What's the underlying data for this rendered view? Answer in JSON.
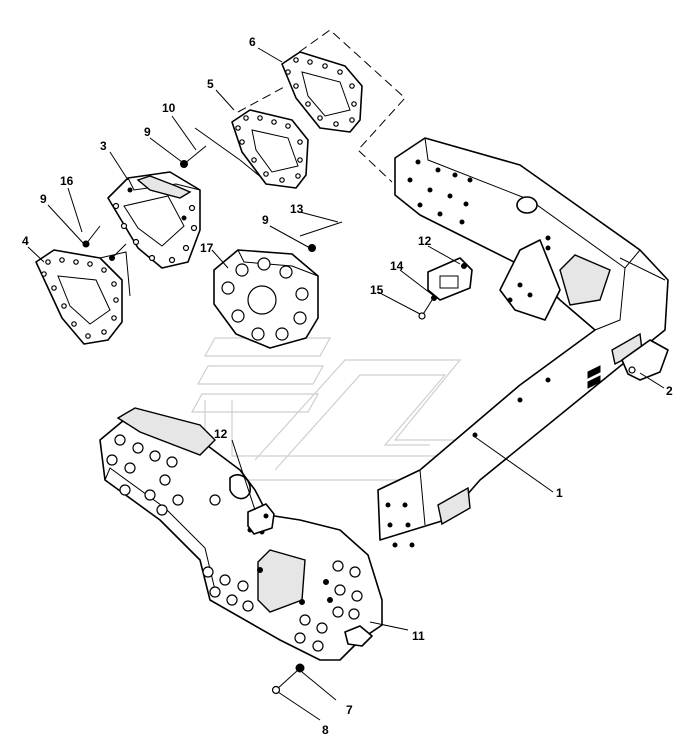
{
  "callouts": [
    {
      "id": "1",
      "text": "1"
    },
    {
      "id": "2",
      "text": "2"
    },
    {
      "id": "3",
      "text": "3"
    },
    {
      "id": "4",
      "text": "4"
    },
    {
      "id": "5",
      "text": "5"
    },
    {
      "id": "6",
      "text": "6"
    },
    {
      "id": "7",
      "text": "7"
    },
    {
      "id": "8",
      "text": "8"
    },
    {
      "id": "9a",
      "text": "9"
    },
    {
      "id": "9b",
      "text": "9"
    },
    {
      "id": "9c",
      "text": "9"
    },
    {
      "id": "10",
      "text": "10"
    },
    {
      "id": "11",
      "text": "11"
    },
    {
      "id": "12a",
      "text": "12"
    },
    {
      "id": "12b",
      "text": "12"
    },
    {
      "id": "13",
      "text": "13"
    },
    {
      "id": "14",
      "text": "14"
    },
    {
      "id": "15",
      "text": "15"
    },
    {
      "id": "16",
      "text": "16"
    },
    {
      "id": "17",
      "text": "17"
    }
  ],
  "colors": {
    "line": "#000000",
    "watermark": "#cfcfcf",
    "background": "#ffffff"
  }
}
